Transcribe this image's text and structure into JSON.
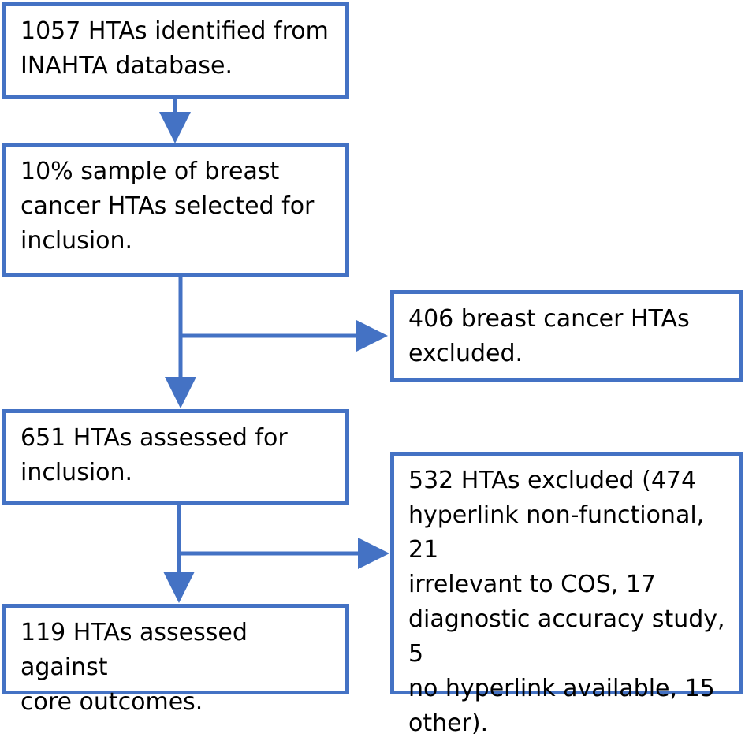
{
  "accent_color": "#4472C4",
  "boxes": {
    "identified": "1057 HTAs identified from\nINAHTA database.",
    "sample": "10% sample of breast\ncancer HTAs selected for\ninclusion.",
    "excluded_breast": "406 breast cancer HTAs\nexcluded.",
    "assessed_inclusion": "651 HTAs assessed for\ninclusion.",
    "excluded_other": "532 HTAs excluded (474\nhyperlink non-functional, 21\nirrelevant to COS, 17\ndiagnostic accuracy study, 5\nno hyperlink available, 15\nother).",
    "assessed_core": "119 HTAs assessed against\ncore outcomes."
  }
}
